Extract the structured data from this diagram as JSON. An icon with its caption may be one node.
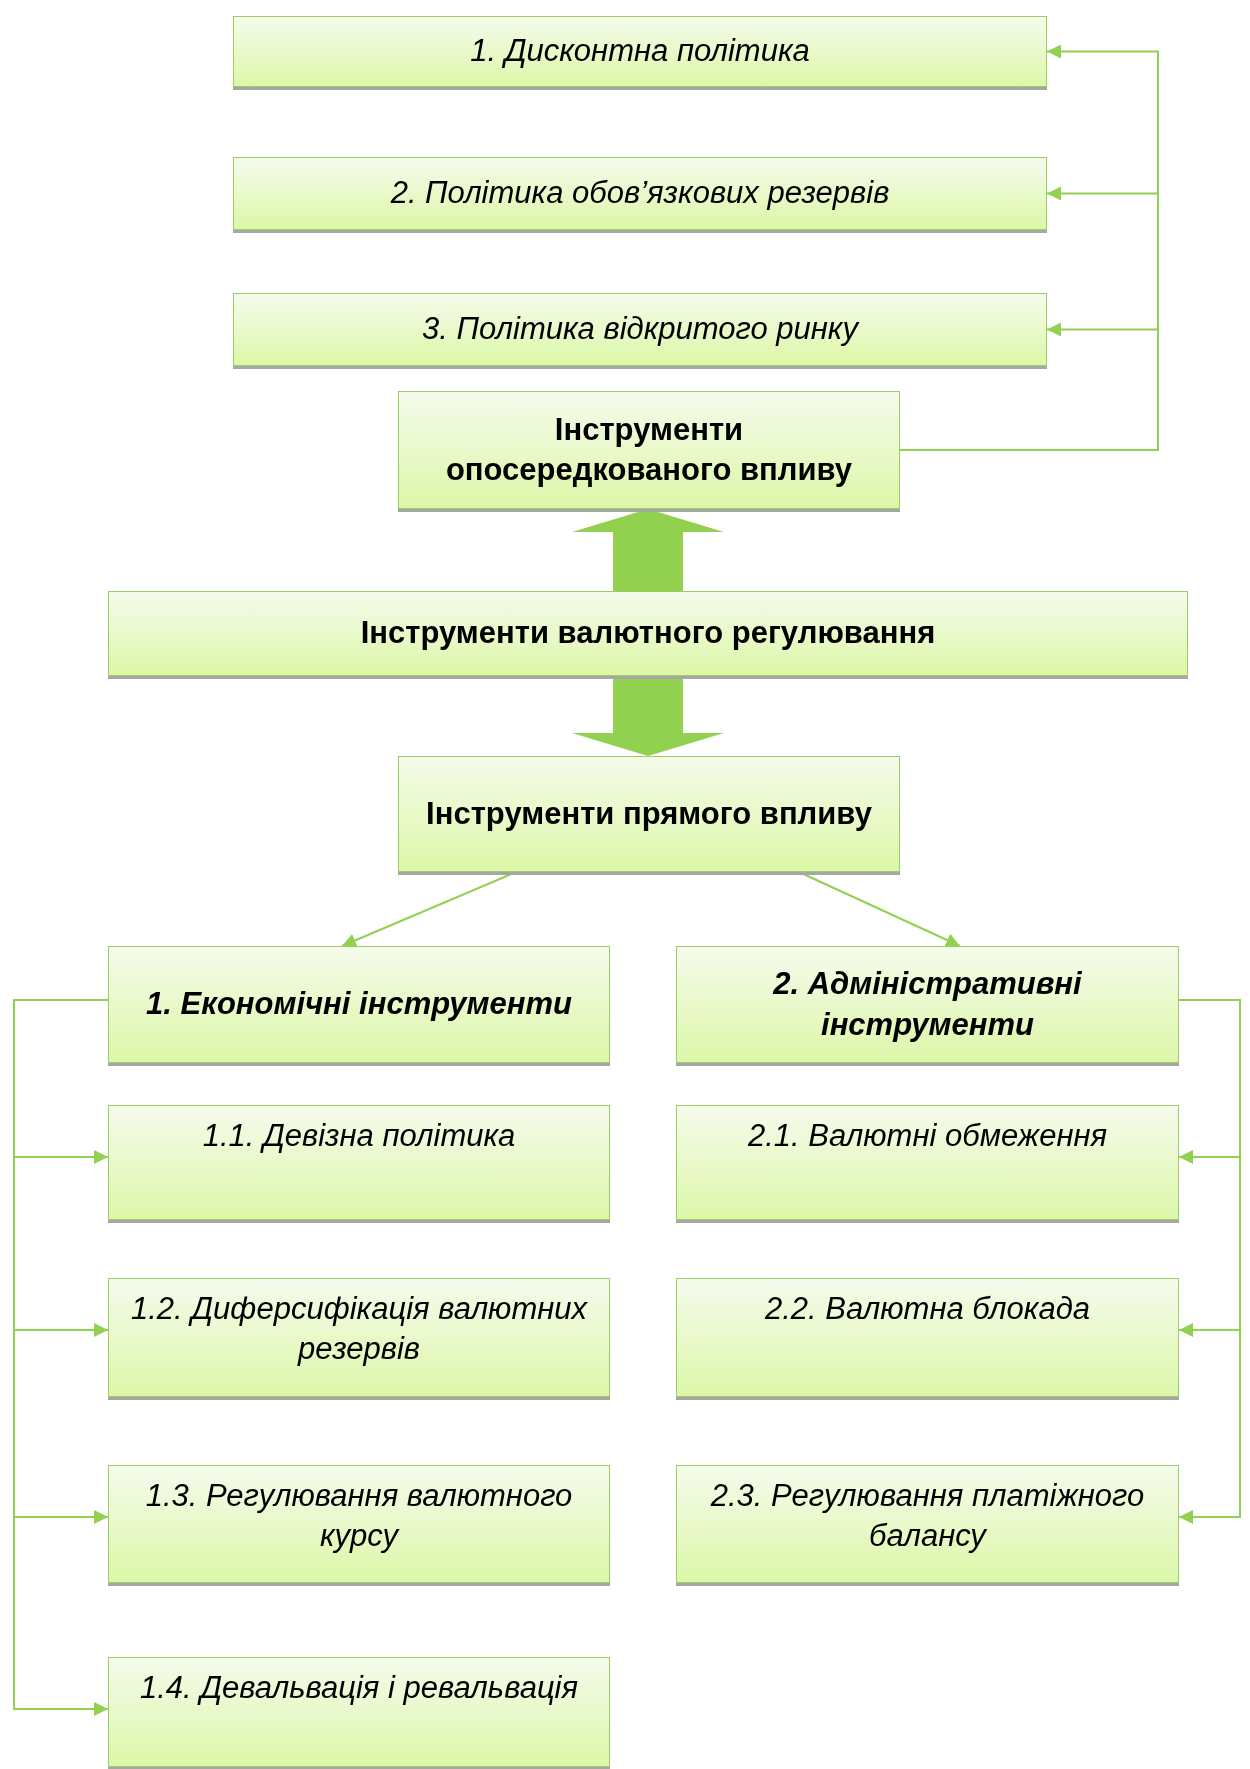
{
  "diagram": {
    "nodes": [
      {
        "text": [
          "1. Дисконтна політика"
        ]
      },
      {
        "text": [
          "2. Політика обов’язкових резервів"
        ]
      },
      {
        "text": [
          "3. Політика відкритого ринку"
        ]
      },
      {
        "text": [
          "Інструменти опосередкованого впливу"
        ]
      },
      {
        "text": [
          "Інструменти валютного регулювання"
        ]
      },
      {
        "text": [
          "Інструменти прямого впливу"
        ]
      },
      {
        "text": [
          "1. Економічні інструменти"
        ]
      },
      {
        "text": [
          "2. Адміністративні інструменти"
        ]
      },
      {
        "text": [
          "1.1. Девізна політика"
        ]
      },
      {
        "text": [
          "2.1. Валютні обмеження"
        ]
      },
      {
        "text": [
          "1.2. Диферсифікація валютних резервів"
        ]
      },
      {
        "text": [
          "2.2. Валютна блокада"
        ]
      },
      {
        "text": [
          "1.3. Регулювання валютного курсу"
        ]
      },
      {
        "text": [
          "2.3. Регулювання платіжного балансу"
        ]
      },
      {
        "text": [
          "1.4. Девальвація і ревальвація"
        ]
      }
    ],
    "edges": [
      {
        "from": 4,
        "to": 3,
        "arrow": "to",
        "style": "thick"
      },
      {
        "from": 4,
        "to": 5,
        "arrow": "to",
        "style": "thick"
      },
      {
        "from": 3,
        "to": 0,
        "arrow": "to"
      },
      {
        "from": 3,
        "to": 1,
        "arrow": "to"
      },
      {
        "from": 3,
        "to": 2,
        "arrow": "to"
      },
      {
        "from": 5,
        "to": 6,
        "arrow": "to"
      },
      {
        "from": 5,
        "to": 7,
        "arrow": "to"
      },
      {
        "from": 6,
        "to": 8,
        "arrow": "to"
      },
      {
        "from": 6,
        "to": 10,
        "arrow": "to"
      },
      {
        "from": 6,
        "to": 12,
        "arrow": "to"
      },
      {
        "from": 6,
        "to": 14,
        "arrow": "to"
      },
      {
        "from": 7,
        "to": 9,
        "arrow": "to"
      },
      {
        "from": 7,
        "to": 11,
        "arrow": "to"
      },
      {
        "from": 7,
        "to": 13,
        "arrow": "to"
      }
    ]
  }
}
